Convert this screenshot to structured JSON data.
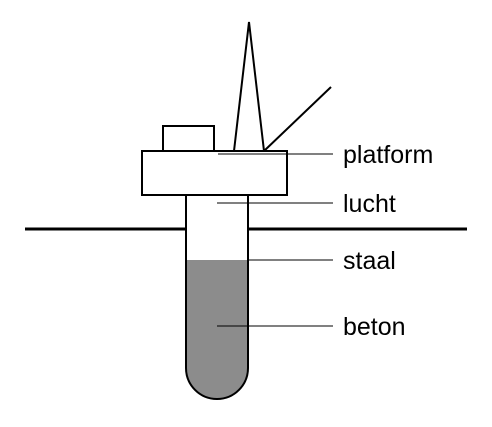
{
  "labels": {
    "platform": "platform",
    "lucht": "lucht",
    "staal": "staal",
    "beton": "beton"
  },
  "colors": {
    "line": "#000000",
    "background": "#ffffff",
    "concrete": "#8c8c8c"
  }
}
